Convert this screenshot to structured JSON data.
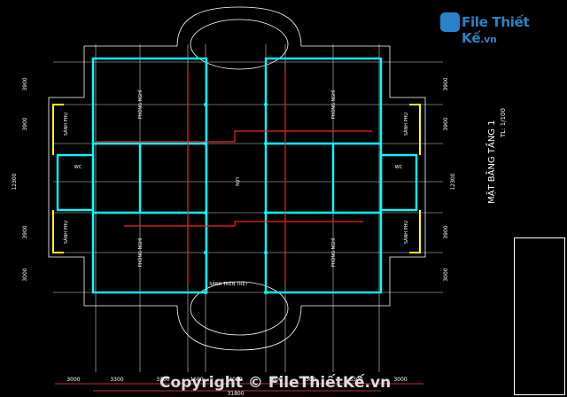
{
  "watermark": {
    "brand": "File Thiết Kế",
    "suffix": ".vn"
  },
  "footer": {
    "copyright": "Copyright © FileThiếtKế.vn"
  },
  "sheet": {
    "title": "MẶT BẰNG TẦNG 1",
    "scale": "TL: 1/100"
  },
  "dimensions": {
    "bottom": [
      "3000",
      "3300",
      "3300",
      "1600",
      "4000",
      "1600",
      "3300",
      "3300",
      "3000"
    ],
    "overall": "31800",
    "left": [
      "3900",
      "3900",
      "12300",
      "3900",
      "3000"
    ],
    "right": [
      "3900",
      "3900",
      "12300",
      "3900",
      "3000"
    ]
  },
  "rooms": {
    "corridor": "SẢNH TRÊN TRỆT",
    "stair": "LÊN",
    "ward_labels": [
      "PHÒNG NGHỈ",
      "PHÒNG NGHỈ",
      "PHÒNG NGHỈ",
      "PHÒNG NGHỈ"
    ],
    "hall_labels": [
      "SẢNH PHỤ",
      "SẢNH PHỤ",
      "SẢNH PHỤ",
      "SẢNH PHỤ"
    ],
    "wc": "WC"
  },
  "colors": {
    "wall": "#00ffff",
    "grid": "#ffffff",
    "axis_red": "#ff2020",
    "yellow": "#ffff00",
    "dim": "#ff4040",
    "watermark": "#2a83c8"
  }
}
